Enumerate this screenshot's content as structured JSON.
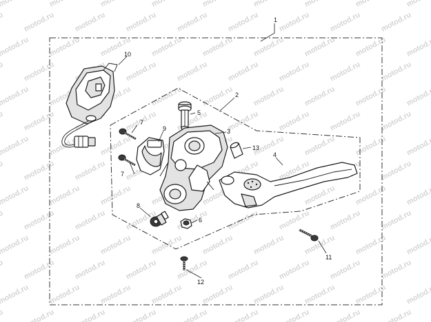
{
  "watermark": {
    "text": "motod.ru"
  },
  "callouts": {
    "c1": "1",
    "c2": "2",
    "c3": "3",
    "c4": "4",
    "c5": "5",
    "c6": "6",
    "c7a": "7",
    "c7b": "7",
    "c8": "8",
    "c9": "9",
    "c10": "10",
    "c11": "11",
    "c12": "12",
    "c13": "13"
  },
  "parts": {
    "p10": "switch-housing-with-cable",
    "p7": "clamp-screw",
    "p9": "handlebar-clamp",
    "p5": "pivot-bolt",
    "p3": "lever-bracket",
    "p13": "spacer-sleeve",
    "p4": "clutch-lever",
    "p8": "cable-adjuster",
    "p6": "pivot-nut",
    "p11": "bolt",
    "p12": "bolt"
  }
}
